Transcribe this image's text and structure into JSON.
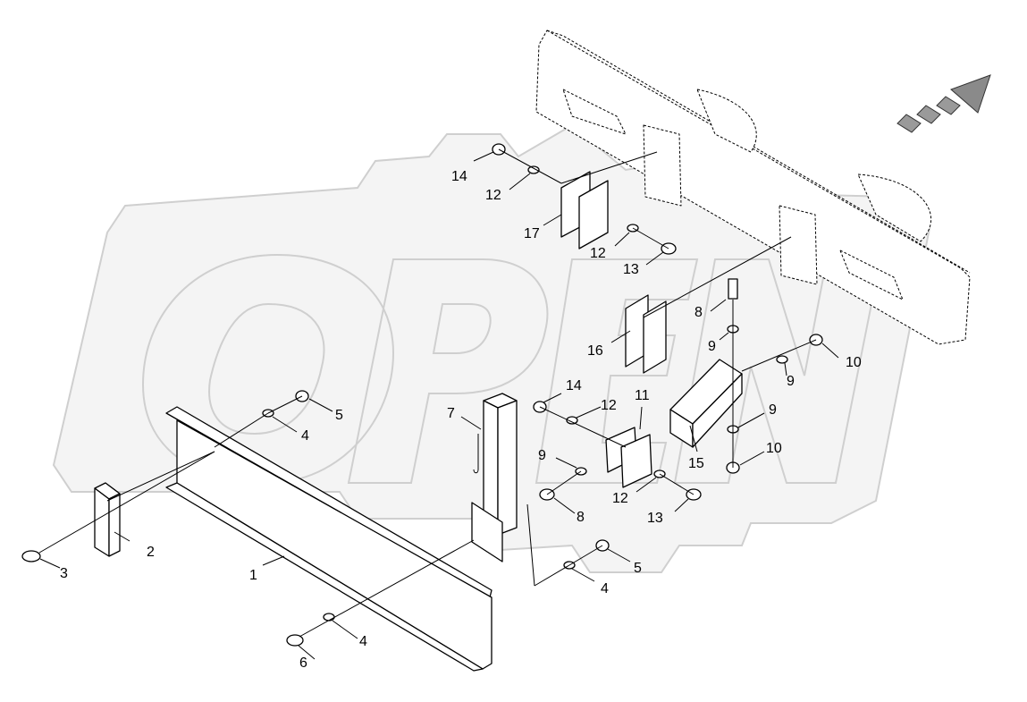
{
  "watermark": {
    "text": "OPEN",
    "color": "#cfcfcf"
  },
  "corner_mark": "",
  "arrow_color": "#7a7a7a",
  "callouts": [
    {
      "id": "c1",
      "label": "1"
    },
    {
      "id": "c2",
      "label": "2"
    },
    {
      "id": "c3",
      "label": "3"
    },
    {
      "id": "c4a",
      "label": "4"
    },
    {
      "id": "c4b",
      "label": "4"
    },
    {
      "id": "c4c",
      "label": "4"
    },
    {
      "id": "c5a",
      "label": "5"
    },
    {
      "id": "c5b",
      "label": "5"
    },
    {
      "id": "c6",
      "label": "6"
    },
    {
      "id": "c7",
      "label": "7"
    },
    {
      "id": "c8a",
      "label": "8"
    },
    {
      "id": "c8b",
      "label": "8"
    },
    {
      "id": "c9a",
      "label": "9"
    },
    {
      "id": "c9b",
      "label": "9"
    },
    {
      "id": "c9c",
      "label": "9"
    },
    {
      "id": "c9d",
      "label": "9"
    },
    {
      "id": "c10a",
      "label": "10"
    },
    {
      "id": "c10b",
      "label": "10"
    },
    {
      "id": "c11",
      "label": "11"
    },
    {
      "id": "c12a",
      "label": "12"
    },
    {
      "id": "c12b",
      "label": "12"
    },
    {
      "id": "c12c",
      "label": "12"
    },
    {
      "id": "c12d",
      "label": "12"
    },
    {
      "id": "c13a",
      "label": "13"
    },
    {
      "id": "c13b",
      "label": "13"
    },
    {
      "id": "c14a",
      "label": "14"
    },
    {
      "id": "c14b",
      "label": "14"
    },
    {
      "id": "c15",
      "label": "15"
    },
    {
      "id": "c16",
      "label": "16"
    },
    {
      "id": "c17",
      "label": "17"
    }
  ]
}
